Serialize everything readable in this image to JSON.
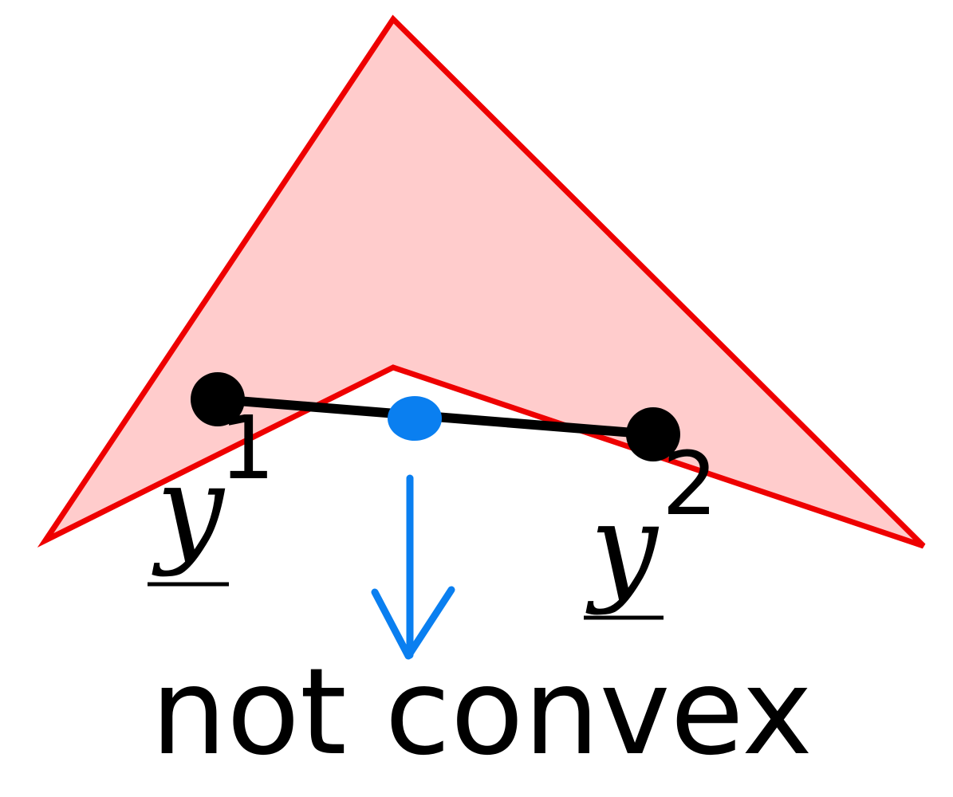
{
  "colors": {
    "background": "#ffffff",
    "set_fill": "#ffcccc",
    "set_stroke": "#ee0000",
    "segment": "#000000",
    "points": "#000000",
    "midpoint": "#0a7ff0",
    "arrow": "#0a7ff0",
    "text": "#000000"
  },
  "points": [
    {
      "letter": "y",
      "index": "1"
    },
    {
      "letter": "y",
      "index": "2"
    }
  ],
  "midpoint_icon": "blue-dot-icon",
  "arrow_icon": "arrow-down-icon",
  "caption": "not convex"
}
